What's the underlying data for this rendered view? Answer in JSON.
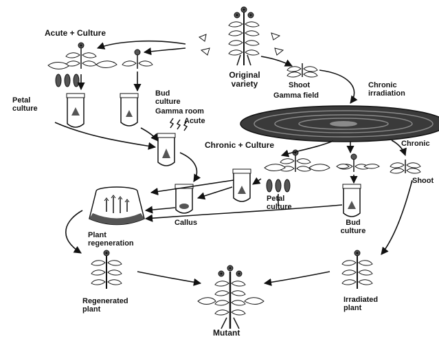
{
  "colors": {
    "ink": "#111111",
    "field_fill": "#3a3a3a",
    "field_light": "#8a8a8a",
    "background": "#ffffff"
  },
  "labels": {
    "acute_culture": "Acute + Culture",
    "original_variety": [
      "Original",
      "variety"
    ],
    "shoot_top": "Shoot",
    "gamma_field": "Gamma field",
    "chronic_irradiation": [
      "Chronic",
      "irradiation"
    ],
    "petal_culture_left": [
      "Petal",
      "culture"
    ],
    "bud_culture_left": [
      "Bud",
      "culture"
    ],
    "gamma_room": "Gamma room",
    "acute": "Acute",
    "chronic_culture": "Chronic + Culture",
    "chronic_right": "Chronic",
    "shoot_right": "Shoot",
    "petal_culture_mid": [
      "Petal",
      "culture"
    ],
    "callus": "Callus",
    "bud_culture_mid": [
      "Bud",
      "culture"
    ],
    "plant_regeneration": [
      "Plant",
      "regeneration"
    ],
    "regenerated_plant": [
      "Regenerated",
      "plant"
    ],
    "irradiated_plant": [
      "Irradiated",
      "plant"
    ],
    "mutant": "Mutant"
  }
}
